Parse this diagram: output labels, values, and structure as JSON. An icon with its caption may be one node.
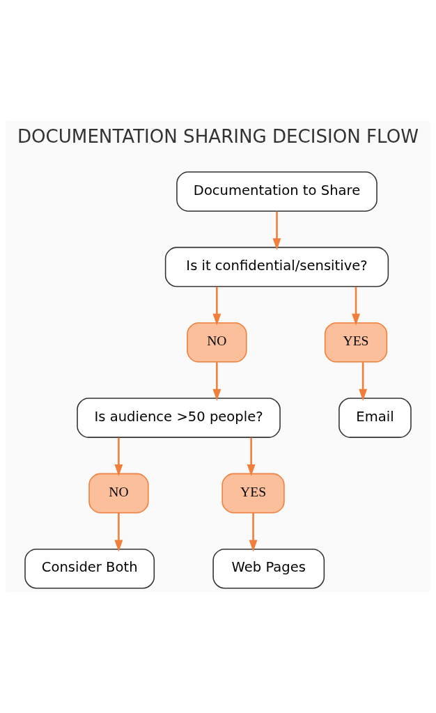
{
  "diagram": {
    "title": "DOCUMENTATION SHARING DECISION FLOW",
    "nodes": [
      {
        "text": [
          "Documentation to Share"
        ]
      },
      {
        "text": [
          "Is it confidential/sensitive?"
        ]
      },
      {
        "text": [
          "NO"
        ]
      },
      {
        "text": [
          "YES"
        ]
      },
      {
        "text": [
          "Is audience >50 people?"
        ]
      },
      {
        "text": [
          "Email"
        ]
      },
      {
        "text": [
          "NO"
        ]
      },
      {
        "text": [
          "YES"
        ]
      },
      {
        "text": [
          "Consider Both"
        ]
      },
      {
        "text": [
          "Web Pages"
        ]
      }
    ],
    "edges": [
      {
        "from": 0,
        "to": 1,
        "arrow": "to"
      },
      {
        "from": 1,
        "to": 2,
        "arrow": "to"
      },
      {
        "from": 1,
        "to": 3,
        "arrow": "to"
      },
      {
        "from": 2,
        "to": 4,
        "arrow": "to"
      },
      {
        "from": 3,
        "to": 5,
        "arrow": "to"
      },
      {
        "from": 4,
        "to": 6,
        "arrow": "to"
      },
      {
        "from": 4,
        "to": 7,
        "arrow": "to"
      },
      {
        "from": 6,
        "to": 8,
        "arrow": "to"
      },
      {
        "from": 7,
        "to": 9,
        "arrow": "to"
      }
    ]
  }
}
